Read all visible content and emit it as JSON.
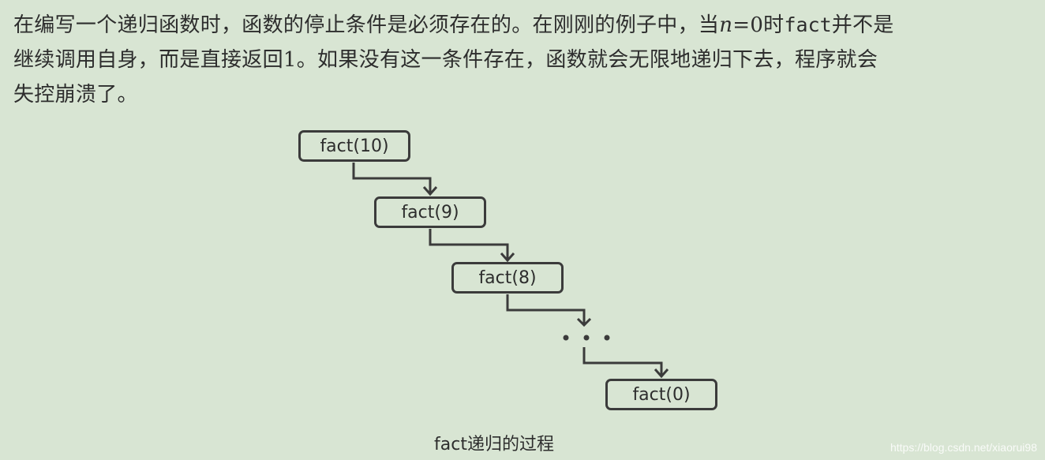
{
  "paragraph": {
    "line1_a": "在编写一个递归函数时，函数的停止条件是必须存在的。在刚刚的例子中，当",
    "line1_var": "n",
    "line1_eq": "=0时",
    "line1_code": "fact",
    "line1_b": "并不是",
    "line2": "继续调用自身，而是直接返回1。如果没有这一条件存在，函数就会无限地递归下去，程序就会",
    "line3": "失控崩溃了。"
  },
  "diagram": {
    "nodes": [
      "fact(10)",
      "fact(9)",
      "fact(8)",
      "fact(0)"
    ],
    "ellipsis": "• • •",
    "caption": "fact递归的过程"
  },
  "watermark": "https://blog.csdn.net/xiaorui98"
}
